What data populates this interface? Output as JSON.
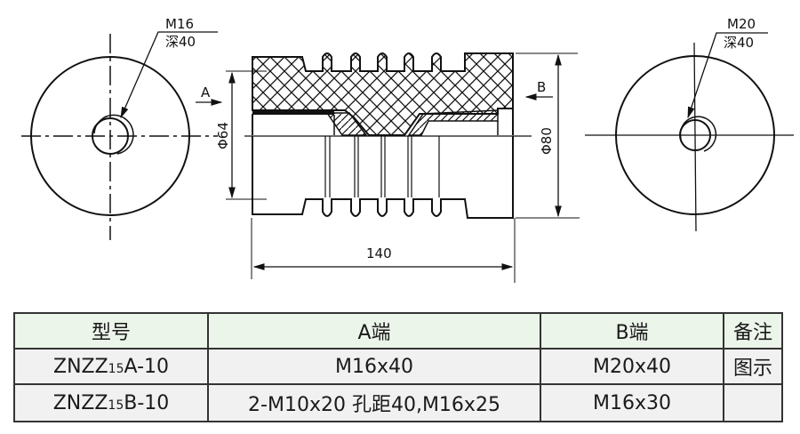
{
  "drawing": {
    "left_view": {
      "thread_label": "M16",
      "depth_label": "深40"
    },
    "right_view": {
      "thread_label": "M20",
      "depth_label": "深40"
    },
    "side_view": {
      "end_a_label": "A",
      "end_b_label": "B",
      "diameter_a_label": "Φ64",
      "diameter_b_label": "Φ80",
      "length_label": "140"
    }
  },
  "table": {
    "headers": [
      "型号",
      "A端",
      "B端",
      "备注"
    ],
    "rows": [
      {
        "model_prefix": "ZNZZ",
        "model_sub": "15",
        "model_suffix": "A-10",
        "end_a": "M16x40",
        "end_b": "M20x40",
        "note": "图示"
      },
      {
        "model_prefix": "ZNZZ",
        "model_sub": "15",
        "model_suffix": "B-10",
        "end_a": "2-M10x20 孔距40,M16x25",
        "end_b": "M16x30",
        "note": ""
      }
    ]
  },
  "colors": {
    "header_bg": "#ecf5ea",
    "row_bg": "#f1f1f1",
    "line": "#111111",
    "border": "#333333"
  }
}
